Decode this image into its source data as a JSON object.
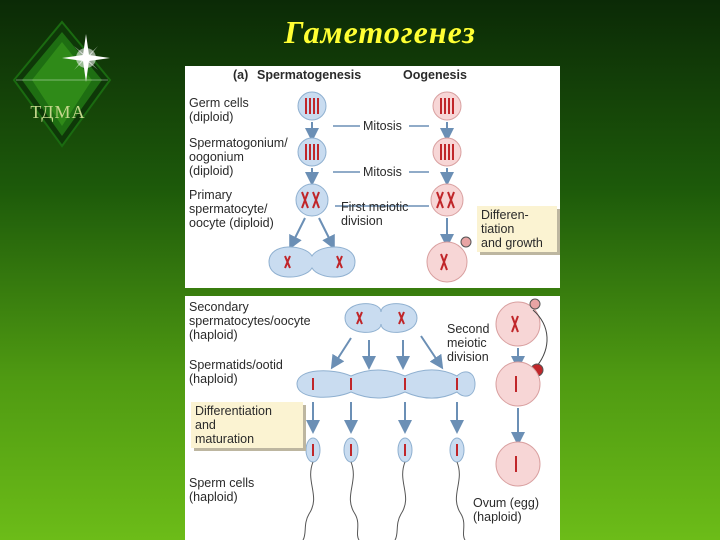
{
  "slide": {
    "title": "Гаметогенез",
    "logo_text": "ТДМА"
  },
  "top_panel": {
    "part_label": "(a)",
    "col_spermatogenesis": "Spermatogenesis",
    "col_oogenesis": "Oogenesis",
    "germ_cells": "Germ cells\n(diploid)",
    "spermatogonium": "Spermatogonium/\noogonium\n(diploid)",
    "primary": "Primary\nspermatocyte/\noocyte (diploid)",
    "mitosis_1": "Mitosis",
    "mitosis_2": "Mitosis",
    "first_meiotic": "First meiotic\ndivision",
    "diff_growth": "Differen-\ntiation\nand growth"
  },
  "bottom_panel": {
    "secondary": "Secondary\nspermatocytes/oocyte\n(haploid)",
    "second_meiotic": "Second\nmeiotic\ndivision",
    "spermatids": "Spermatids/ootid\n(haploid)",
    "diff_maturation": "Differentiation\nand\nmaturation",
    "sperm_cells": "Sperm cells\n(haploid)",
    "ovum": "Ovum (egg)\n(haploid)"
  },
  "colors": {
    "background_top": "#0b2a06",
    "background_bottom": "#6cbc18",
    "title": "#ffff33",
    "cell_fill": "#c9dcf0",
    "egg_fill": "#f7d6d6",
    "arrow": "#6b8fb5",
    "chromosome": "#c0262a"
  }
}
